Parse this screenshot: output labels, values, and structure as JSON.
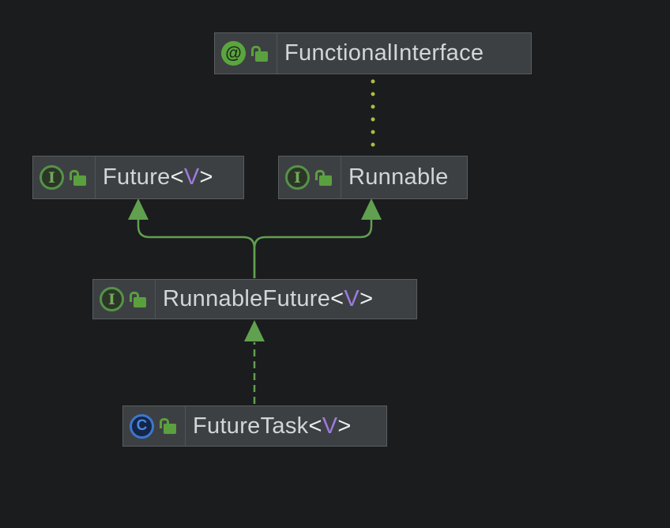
{
  "app": {
    "name": "uml-class-diagram",
    "theme": "dark"
  },
  "colors": {
    "background": "#1b1c1e",
    "node_background": "#3d4042",
    "node_border": "#595d5f",
    "node_text": "#d3d5d7",
    "generic_param": "#9e7bdf",
    "bracket": "#eceef0",
    "inheritance_green": "#60a04f",
    "annotation_dot_yellow_green": "#b0bc40",
    "annotation_icon_green": "#5aa53f",
    "interface_icon_green": "#55924a",
    "class_icon_blue": "#3b77cf"
  },
  "diagram": {
    "nodes": [
      {
        "id": "functional-interface",
        "kind": "annotation",
        "type_icon": "annotation-icon",
        "type_glyph": "@",
        "visibility_icon": "unlocked-icon",
        "name": "FunctionalInterface"
      },
      {
        "id": "future",
        "kind": "interface",
        "type_icon": "interface-icon",
        "type_glyph": "I",
        "visibility_icon": "unlocked-icon",
        "name": "Future",
        "generic_open": "<",
        "generic_param": "V",
        "generic_close": ">"
      },
      {
        "id": "runnable",
        "kind": "interface",
        "type_icon": "interface-icon",
        "type_glyph": "I",
        "visibility_icon": "unlocked-icon",
        "name": "Runnable"
      },
      {
        "id": "runnable-future",
        "kind": "interface",
        "type_icon": "interface-icon",
        "type_glyph": "I",
        "visibility_icon": "unlocked-icon",
        "name": "RunnableFuture",
        "generic_open": "<",
        "generic_param": "V",
        "generic_close": ">"
      },
      {
        "id": "future-task",
        "kind": "class",
        "type_icon": "class-icon",
        "type_glyph": "C",
        "visibility_icon": "unlocked-icon",
        "name": "FutureTask",
        "generic_open": "<",
        "generic_param": "V",
        "generic_close": ">"
      }
    ],
    "edges": [
      {
        "from": "Runnable",
        "to": "FunctionalInterface",
        "style": "dotted",
        "meaning": "annotated-with"
      },
      {
        "from": "RunnableFuture",
        "to": "Future",
        "style": "solid-arrow",
        "meaning": "extends"
      },
      {
        "from": "RunnableFuture",
        "to": "Runnable",
        "style": "solid-arrow",
        "meaning": "extends"
      },
      {
        "from": "FutureTask",
        "to": "RunnableFuture",
        "style": "dashed-arrow",
        "meaning": "implements"
      }
    ]
  }
}
